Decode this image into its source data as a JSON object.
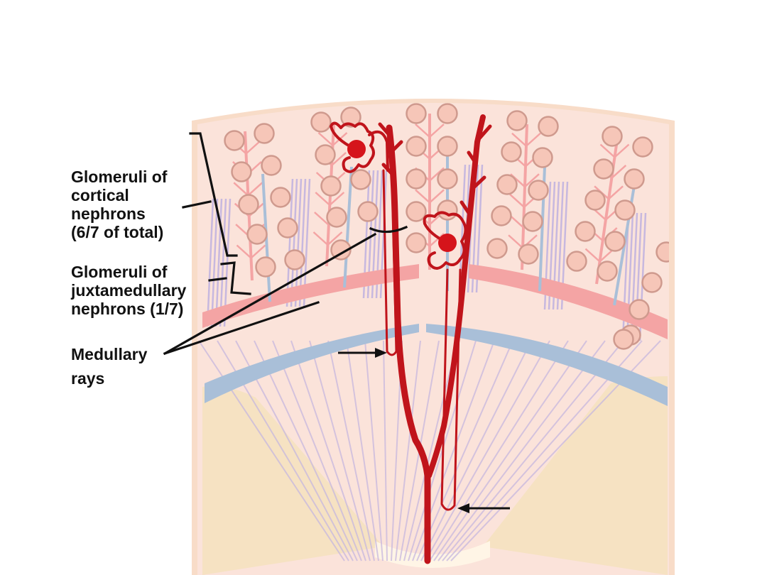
{
  "labels": {
    "cortical": [
      "Glomeruli of",
      "cortical",
      "nephrons",
      "(6/7 of total)"
    ],
    "juxtamedullary": [
      "Glomeruli of",
      "juxtamedullary",
      "nephrons (1/7)"
    ],
    "medullary_rays": [
      "Medullary",
      "rays"
    ]
  },
  "colors": {
    "vessel": "#c0141b",
    "glomerulus": "#d5141b",
    "cortex_bg": "#fbe3da",
    "capsule": "#f8dcc8",
    "medulla_bg": "#f4e2c8",
    "pyramid": "#f6e2c2",
    "tubule_circle": "#f6c6b8",
    "artery_band": "#f4a4a4",
    "vein_band": "#a9bfd8",
    "ray_tubule": "#c7b8df"
  }
}
